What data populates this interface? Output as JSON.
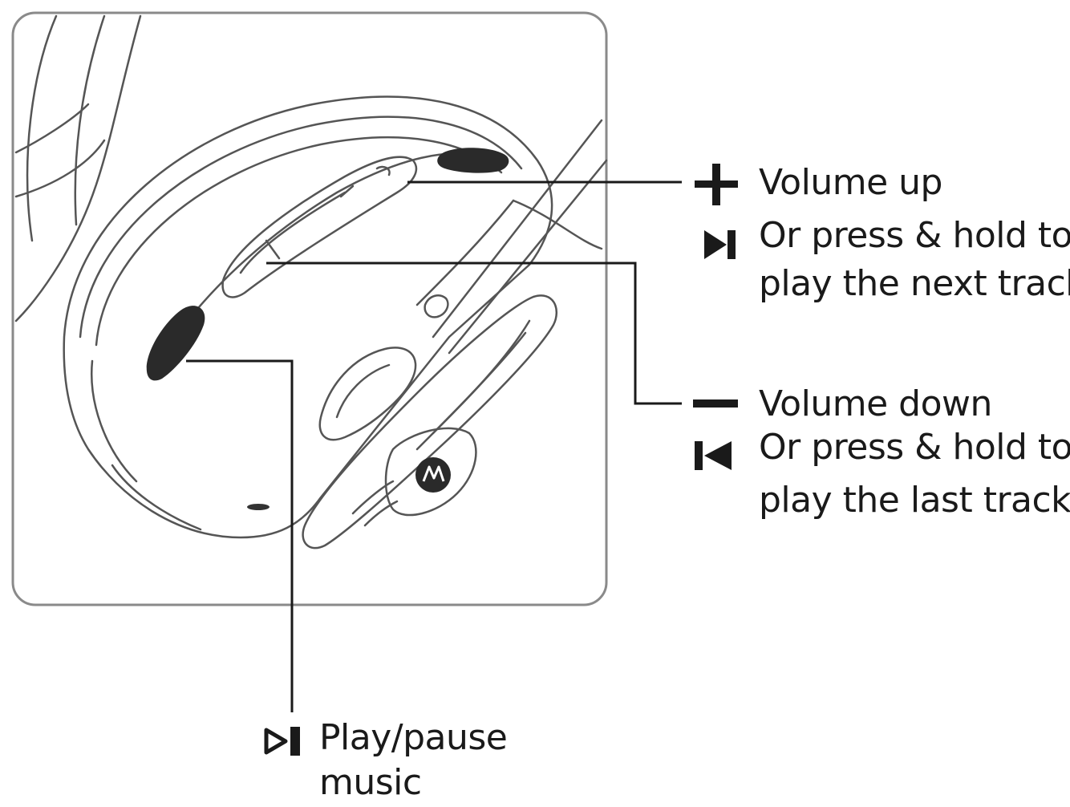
{
  "colors": {
    "ink": "#1a1a1a",
    "outline": "#555555",
    "frame": "#8a8a8a",
    "button_fill": "#2a2a2a"
  },
  "icons": {
    "volume_up": "plus-icon",
    "next_track": "next-track-icon",
    "volume_down": "minus-icon",
    "previous_track": "previous-track-icon",
    "play_pause": "play-pause-icon",
    "brand": "brand-logo-icon"
  },
  "callouts": {
    "volume_up": {
      "title": "Volume up",
      "line1": "Or press & hold to",
      "line2": "play the next track."
    },
    "volume_down": {
      "title": "Volume down",
      "line1": "Or press & hold to",
      "line2": "play the last track."
    },
    "play_pause": {
      "line1": "Play/pause",
      "line2": "music"
    }
  }
}
